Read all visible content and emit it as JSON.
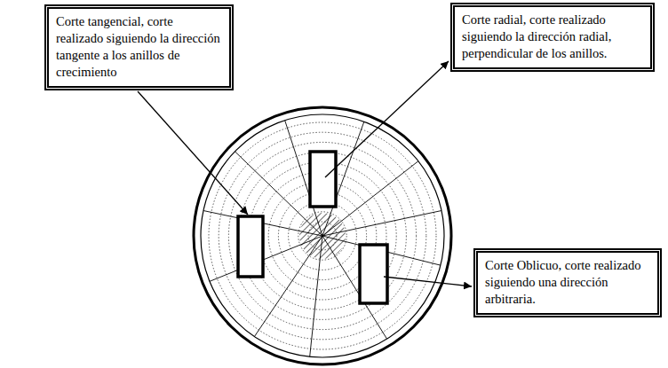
{
  "diagram": {
    "nodes": [
      {
        "text": [
          "Corte tangencial, corte realizado siguiendo la dirección tangente a los anillos de crecimiento"
        ]
      },
      {
        "text": [
          "Corte radial, corte realizado siguiendo la dirección radial, perpendicular de los anillos."
        ]
      },
      {
        "text": [
          "Corte Oblicuo, corte realizado siguiendo una dirección arbitraria."
        ]
      }
    ]
  }
}
